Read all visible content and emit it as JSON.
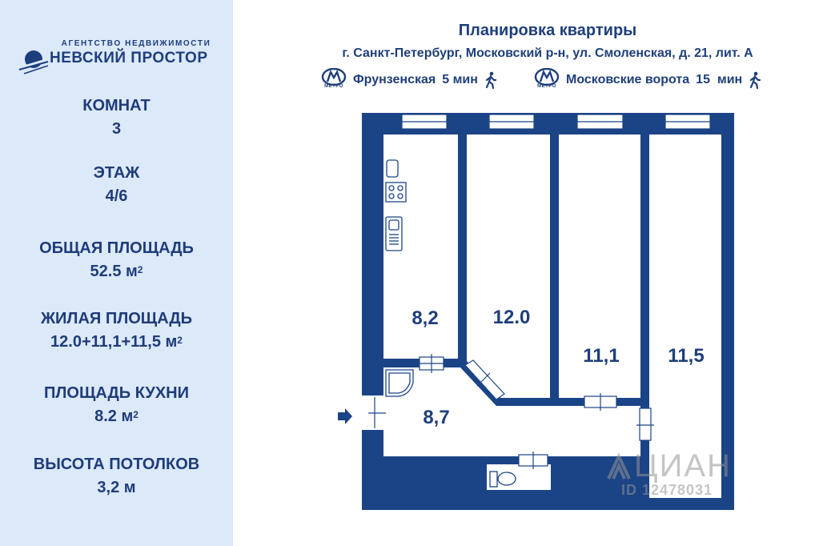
{
  "agency": {
    "tagline": "АГЕНТСТВО НЕДВИЖИМОСТИ",
    "name": "НЕВСКИЙ ПРОСТОР"
  },
  "stats": [
    {
      "label": "КОМНАТ",
      "value": "3"
    },
    {
      "label": "ЭТАЖ",
      "value": "4/6"
    },
    {
      "label": "ОБЩАЯ ПЛОЩАДЬ",
      "value": "52.5 м",
      "sup": "2"
    },
    {
      "label": "ЖИЛАЯ ПЛОЩАДЬ",
      "value": "12.0+11,1+11,5 м",
      "sup": "2"
    },
    {
      "label": "ПЛОЩАДЬ КУХНИ",
      "value": "8.2 м",
      "sup": "2"
    },
    {
      "label": "ВЫСОТА ПОТОЛКОВ",
      "value": "3,2 м"
    }
  ],
  "header": {
    "title": "Планировка квартиры",
    "address": "г. Санкт-Петербург, Московский р-н, ул. Смоленская, д. 21, лит. А"
  },
  "metro": [
    {
      "logo_caption": "МЕТРО",
      "station": "Фрунзенская",
      "time": "5 мин",
      "icon": "walking-person-icon"
    },
    {
      "logo_caption": "МЕТРО",
      "station": "Московские ворота",
      "time": "15  мин",
      "icon": "walking-person-icon"
    }
  ],
  "rooms": [
    {
      "id": "kitchen",
      "area": "8,2"
    },
    {
      "id": "room-1",
      "area": "12.0"
    },
    {
      "id": "room-2",
      "area": "11,1"
    },
    {
      "id": "room-3",
      "area": "11,5"
    },
    {
      "id": "hall",
      "area": "8,7"
    }
  ],
  "watermark": {
    "brand": "ЦИАН",
    "id": "ID 12478031"
  },
  "colors": {
    "wall": "#1b4486",
    "text": "#1f3f7a",
    "sidebar_bg": "#dce9f9",
    "arrow": "#1b4486"
  }
}
